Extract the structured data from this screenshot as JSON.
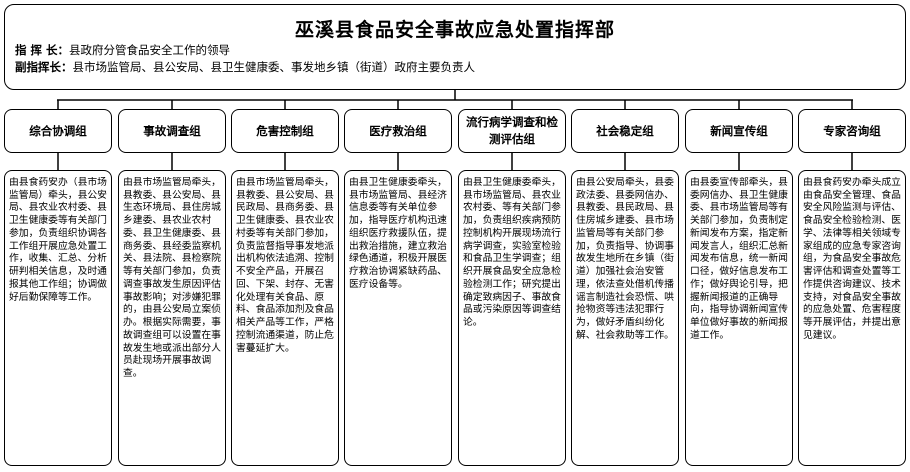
{
  "header": {
    "title": "巫溪县食品安全事故应急处置指挥部",
    "commander_label": "指 挥 长：",
    "commander_text": "县政府分管食品安全工作的领导",
    "deputy_label": "副指挥长：",
    "deputy_text": "县市场监管局、县公安局、县卫生健康委、事发地乡镇（街道）政府主要负责人"
  },
  "groups": [
    {
      "name": "综合协调组",
      "desc": "由县食药安办（县市场监管局）牵头，县公安局、县农业农村委、县卫生健康委等有关部门参加，负责组织协调各工作组开展应急处置工作，收集、汇总、分析研判相关信息，及时通报其他工作组；协调做好后勤保障等工作。"
    },
    {
      "name": "事故调查组",
      "desc": "由县市场监管局牵头，县教委、县公安局、县生态环境局、县住房城乡建委、县农业农村委、县卫生健康委、县商务委、县经委监察机关、县法院、县检察院等有关部门参加，负责调查事故发生原因评估事故影响；对涉嫌犯罪的，由县公安局立案侦办。根据实际需要，事故调查组可以设置在事故发生地或派出部分人员赴现场开展事故调查。"
    },
    {
      "name": "危害控制组",
      "desc": "由县市场监管局牵头，县教委、县公安局、县民政局、县商务委、县卫生健康委、县农业农村委等有关部门参加，负责监督指导事发地派出机构依法追溯、控制不安全产品，开展召回、下架、封存、无害化处理有关食品、原料、食品添加剂及食品相关产品等工作，严格控制流通渠道，防止危害蔓延扩大。"
    },
    {
      "name": "医疗救治组",
      "desc": "由县卫生健康委牵头，县市场监管局、县经济信息委等有关单位参加，指导医疗机构迅速组织医疗救援队伍，提出救治措施，建立救治绿色通道，积极开展医疗救治协调紧缺药品、医疗设备等。"
    },
    {
      "name": "流行病学调查和检测评估组",
      "desc": "由县卫生健康委牵头，县市场监管局、县农业农村委、等有关部门参加，负责组织疾病预防控制机构开展现场流行病学调查，实验室检验和食品卫生学调查；组织开展食品安全应急检验检测工作；研究提出确定致病因子、事故食品或污染原因等调查结论。"
    },
    {
      "name": "社会稳定组",
      "desc": "由县公安局牵头，县委政法委、县委网信办、县教委、县民政局、县住房城乡建委、县市场监管局等有关部门参加，负责指导、协调事故发生地所在乡镇（街道）加强社会治安管理，依法查处借机传播谣言制造社会恐慌、哄抢物资等违法犯罪行为，做好矛盾纠纷化解、社会救助等工作。"
    },
    {
      "name": "新闻宣传组",
      "desc": "由县委宣传部牵头，县委网信办、县卫生健康委、县市场监管局等有关部门参加，负责制定新闻发布方案，指定新闻发言人，组织汇总新闻发布信息，统一新闻口径，做好信息发布工作；做好舆论引导，把握新闻报道的正确导向，指导协调新闻宣传单位做好事故的新闻报道工作。"
    },
    {
      "name": "专家咨询组",
      "desc": "由县食药安办牵头成立由食品安全管理、食品安全风险监测与评估、食品安全检验检测、医学、法律等相关领域专家组成的应急专家咨询组，为食品安全事故危害评估和调查处置等工作提供咨询建议、技术支持，对食品安全事故的应急处置、危害程度等开展评估，并提出意见建议。"
    }
  ]
}
